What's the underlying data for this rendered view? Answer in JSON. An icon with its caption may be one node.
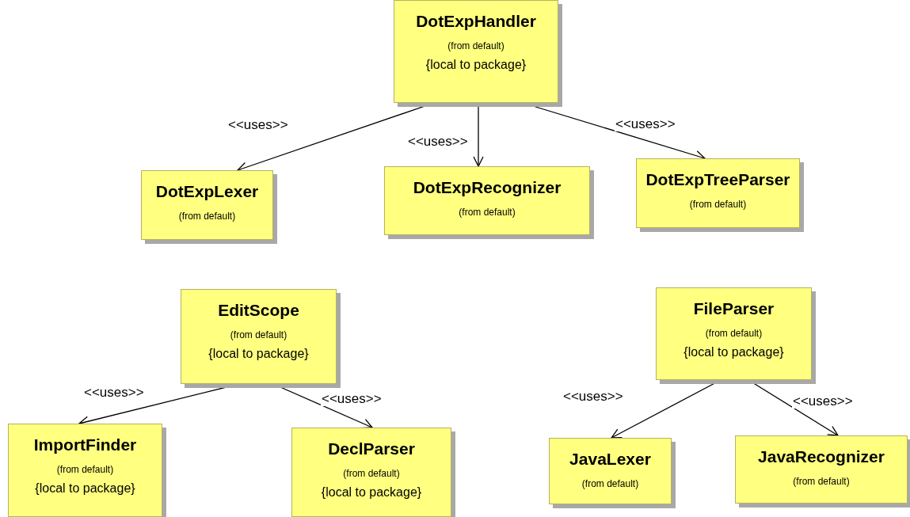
{
  "diagram": {
    "nodes": [
      {
        "text": [
          "DotExpHandler",
          "(from default)",
          "{local to package}"
        ]
      },
      {
        "text": [
          "DotExpLexer",
          "(from default)"
        ]
      },
      {
        "text": [
          "DotExpRecognizer",
          "(from default)"
        ]
      },
      {
        "text": [
          "DotExpTreeParser",
          "(from default)"
        ]
      },
      {
        "text": [
          "EditScope",
          "(from default)",
          "{local to package}"
        ]
      },
      {
        "text": [
          "ImportFinder",
          "(from default)",
          "{local to package}"
        ]
      },
      {
        "text": [
          "DeclParser",
          "(from default)",
          "{local to package}"
        ]
      },
      {
        "text": [
          "FileParser",
          "(from default)",
          "{local to package}"
        ]
      },
      {
        "text": [
          "JavaLexer",
          "(from default)"
        ]
      },
      {
        "text": [
          "JavaRecognizer",
          "(from default)"
        ]
      }
    ],
    "edges": [
      {
        "from": 0,
        "to": 1,
        "arrow": "to",
        "label": "<<uses>>"
      },
      {
        "from": 0,
        "to": 2,
        "arrow": "to",
        "label": "<<uses>>"
      },
      {
        "from": 0,
        "to": 3,
        "arrow": "to",
        "label": "<<uses>>"
      },
      {
        "from": 4,
        "to": 5,
        "arrow": "to",
        "label": "<<uses>>"
      },
      {
        "from": 4,
        "to": 6,
        "arrow": "to",
        "label": "<<uses>>"
      },
      {
        "from": 7,
        "to": 8,
        "arrow": "to",
        "label": "<<uses>>"
      },
      {
        "from": 7,
        "to": 9,
        "arrow": "to",
        "label": "<<uses>>"
      }
    ]
  }
}
